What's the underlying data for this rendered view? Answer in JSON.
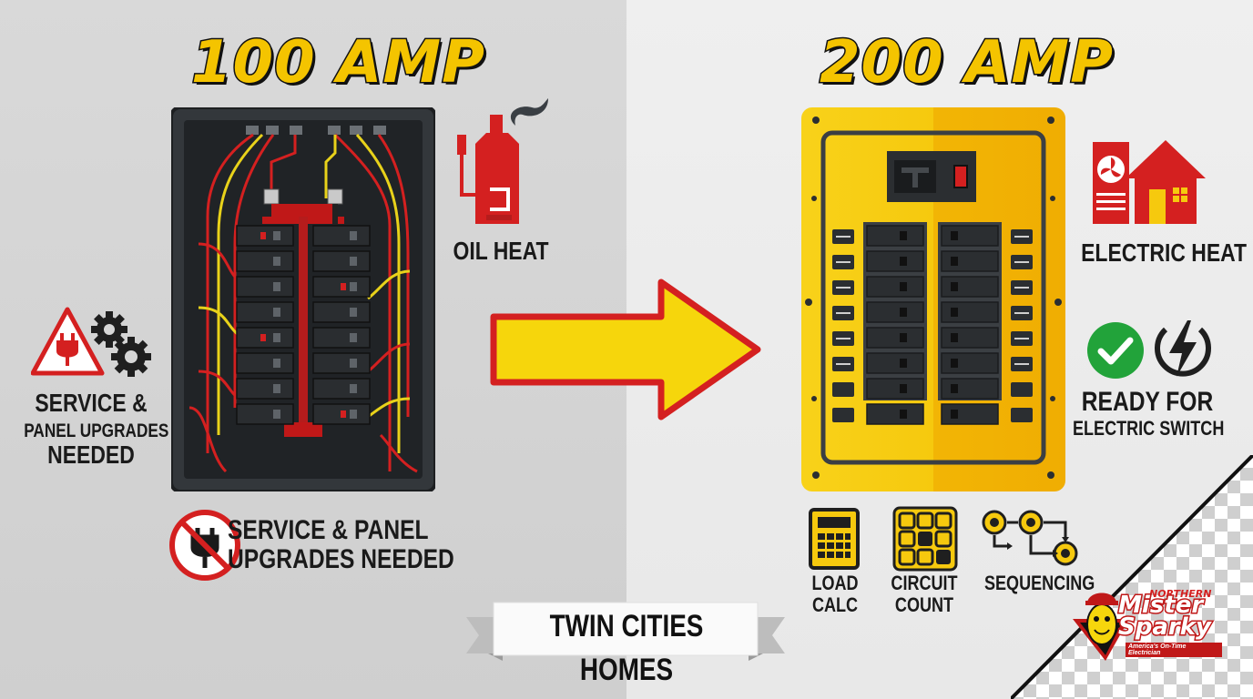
{
  "left": {
    "title": "100 AMP",
    "oil_heat_label": "OIL HEAT",
    "warning_line1": "SERVICE &",
    "warning_line2": "PANEL UPGRADES",
    "warning_line3": "NEEDED",
    "no_plug_line1": "SERVICE & PANEL",
    "no_plug_line2": "UPGRADES NEEDED"
  },
  "right": {
    "title": "200 AMP",
    "electric_heat_label": "ELECTRIC HEAT",
    "ready_line1": "READY FOR",
    "ready_line2": "ELECTRIC SWITCH",
    "load_calc_line1": "LOAD",
    "load_calc_line2": "CALC",
    "circuit_count_line1": "CIRCUIT",
    "circuit_count_line2": "COUNT",
    "sequencing_label": "SEQUENCING"
  },
  "banner": {
    "text": "TWIN CITIES HOMES"
  },
  "logo": {
    "northern": "NORTHERN",
    "mister": "Mister",
    "sparky": "Sparky",
    "tagline": "America's On-Time Electrician"
  },
  "colors": {
    "accent_yellow": "#f4c400",
    "panel_yellow": "#f6c90e",
    "warning_red": "#d42020",
    "dark_panel": "#2b2e31",
    "check_green": "#22a33a"
  },
  "icons": [
    "warning-plug-icon",
    "gears-icon",
    "oil-furnace-icon",
    "no-plug-icon",
    "arrow-right-icon",
    "heat-pump-house-icon",
    "checkmark-icon",
    "lightning-icon",
    "calculator-icon",
    "circuit-grid-icon",
    "sequencing-gears-icon",
    "mister-sparky-logo"
  ]
}
